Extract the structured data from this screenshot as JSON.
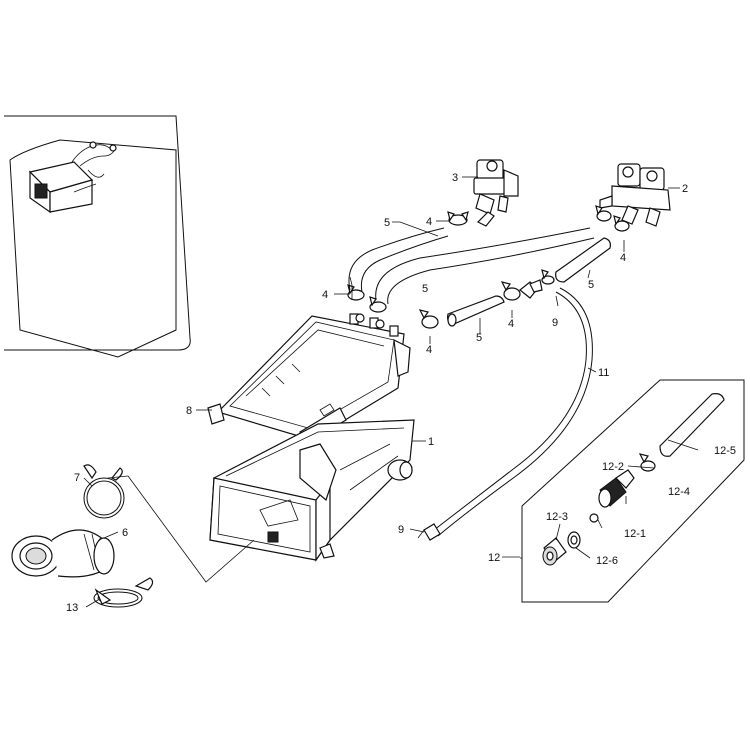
{
  "labels": {
    "p1": "1",
    "p2": "2",
    "p3": "3",
    "p4a": "4",
    "p4b": "4",
    "p4c": "4",
    "p4d": "4",
    "p4e": "4",
    "p5a": "5",
    "p5b": "5",
    "p5c": "5",
    "p5d": "5",
    "p6": "6",
    "p7": "7",
    "p8": "8",
    "p9a": "9",
    "p9b": "9",
    "p11": "11",
    "p12": "12",
    "p12_1": "12-1",
    "p12_2": "12-2",
    "p12_3": "12-3",
    "p12_4": "12-4",
    "p12_5": "12-5",
    "p12_6": "12-6",
    "p13": "13"
  }
}
